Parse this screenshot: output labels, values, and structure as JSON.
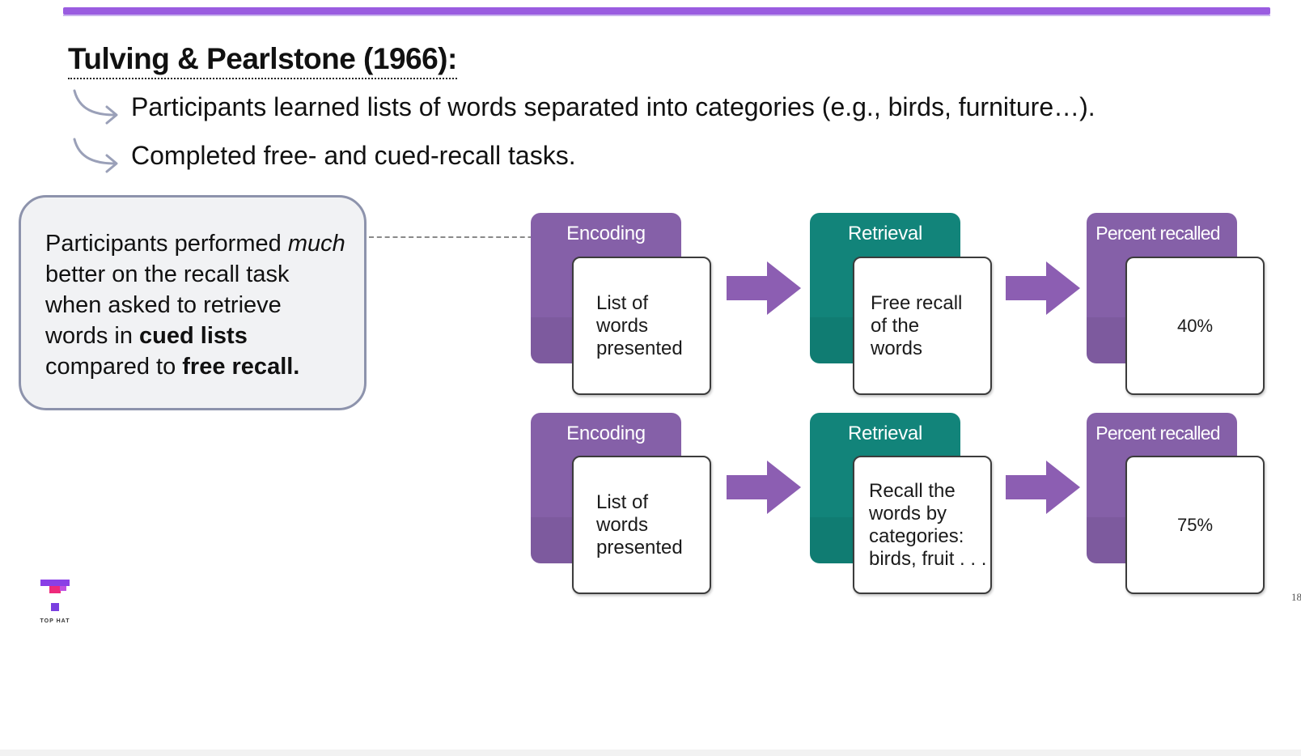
{
  "slide": {
    "title": "Tulving & Pearlstone (1966):",
    "bullets": [
      "Participants learned lists of words separated into categories (e.g., birds, furniture…).",
      "Completed free- and cued-recall tasks."
    ],
    "page_number": "18"
  },
  "callout": {
    "parts": [
      "Participants performed ",
      "much",
      " better on the recall task when asked to retrieve words in ",
      "cued lists",
      " compared to ",
      "free recall."
    ]
  },
  "diagram": {
    "rows": [
      {
        "encoding": {
          "label": "Encoding",
          "text": "List of words presented"
        },
        "retrieval": {
          "label": "Retrieval",
          "text": "Free recall of the words"
        },
        "result": {
          "label": "Percent recalled",
          "value": "40%"
        }
      },
      {
        "encoding": {
          "label": "Encoding",
          "text": "List of words presented"
        },
        "retrieval": {
          "label": "Retrieval",
          "text": "Recall the words by categories: birds, fruit . . ."
        },
        "result": {
          "label": "Percent recalled",
          "value": "75%"
        }
      }
    ]
  },
  "logo": {
    "text": "TOP HAT",
    "icon": "top-hat-logo-icon"
  },
  "colors": {
    "accent_rule": "#9a5ce0",
    "encoding_purple": "#8560a8",
    "retrieval_teal": "#12847a",
    "arrow_purple": "#8c5eb2",
    "logo_magenta": "#ee2a7b",
    "logo_purple": "#7a3fe0"
  }
}
